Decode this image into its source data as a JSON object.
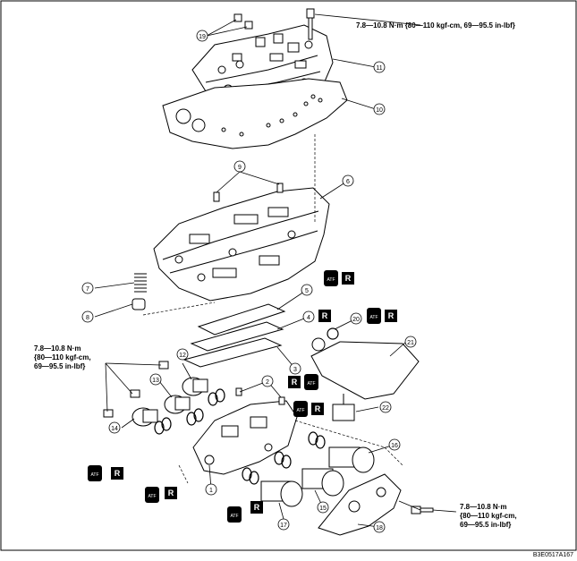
{
  "torque": {
    "upper": "7.8—10.8 N·m {80—110 kgf-cm, 69—95.5 in-lbf}",
    "left": [
      "7.8—10.8 N·m",
      "{80—110 kgf-cm,",
      "69—95.5 in-lbf}"
    ],
    "right": [
      "7.8—10.8 N·m",
      "{80—110 kgf-cm,",
      "69—95.5 in-lbf}"
    ]
  },
  "callouts": [
    "1",
    "2",
    "3",
    "4",
    "5",
    "6",
    "7",
    "8",
    "9",
    "10",
    "11",
    "12",
    "13",
    "14",
    "15",
    "16",
    "17",
    "18",
    "19",
    "20",
    "21",
    "22"
  ],
  "badges": {
    "atf": "ATF",
    "replace": "R"
  },
  "code": "B3E0517A167"
}
